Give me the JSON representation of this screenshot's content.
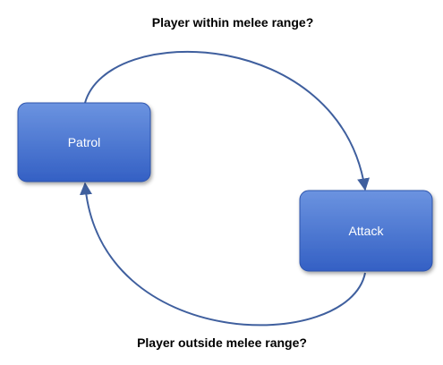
{
  "diagram": {
    "states": {
      "patrol": {
        "label": "Patrol"
      },
      "attack": {
        "label": "Attack"
      }
    },
    "transitions": {
      "patrol_to_attack": {
        "label": "Player within melee range?"
      },
      "attack_to_patrol": {
        "label": "Player outside melee range?"
      }
    }
  },
  "colors": {
    "box_fill_top": "#5c86d8",
    "box_fill_bottom": "#3460c4",
    "box_stroke": "#2f55ad",
    "arc_stroke": "#3f5f9e",
    "transition_text": "#000000",
    "state_text": "#ffffff"
  }
}
